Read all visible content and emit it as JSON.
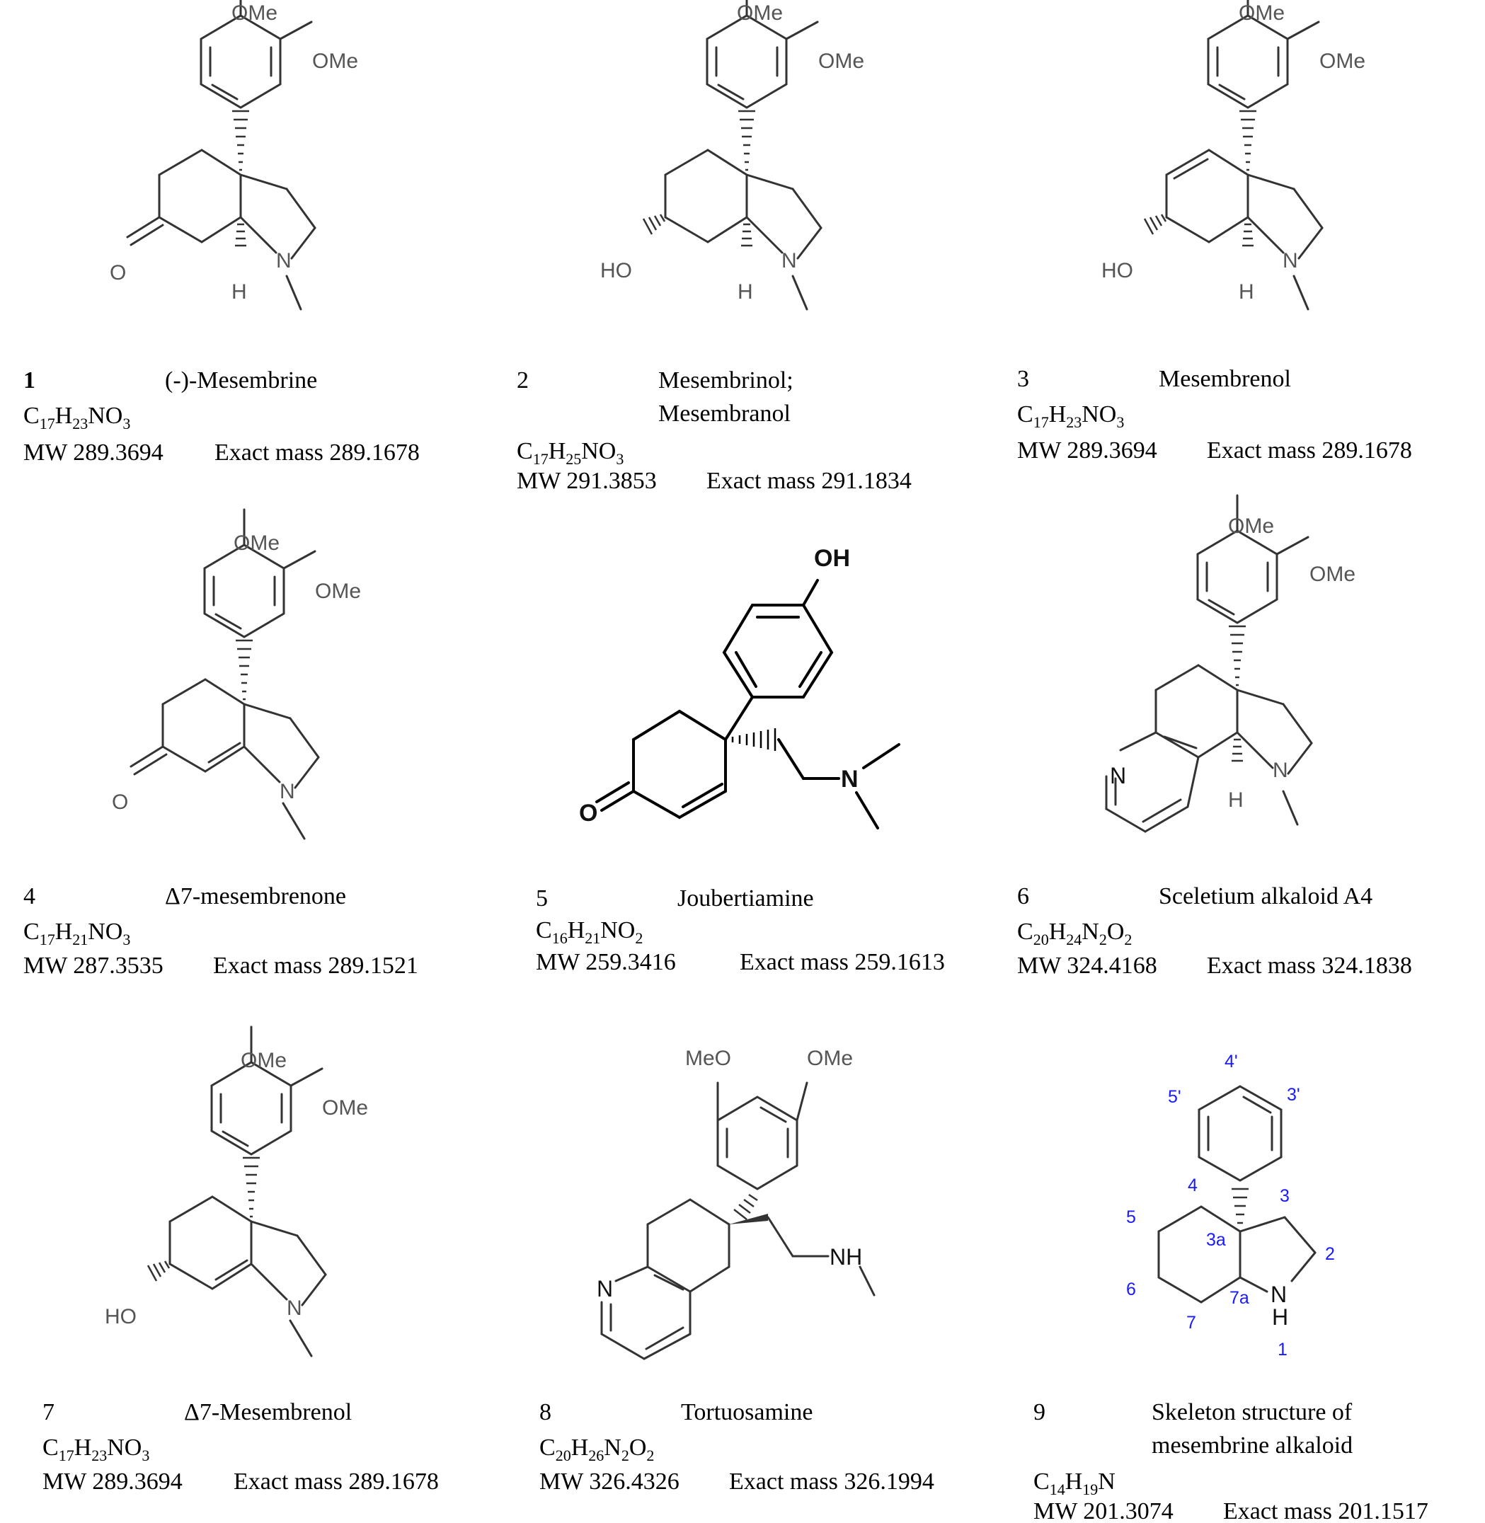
{
  "compounds": [
    {
      "num": "1",
      "name": "(-)-Mesembrine",
      "formula": {
        "C": "17",
        "H": "23",
        "tail": "NO",
        "O": "3"
      },
      "mw": "MW 289.3694",
      "exact": "Exact mass 289.1678"
    },
    {
      "num": "2",
      "name1": "Mesembrinol;",
      "name2": "Mesembranol",
      "formula": {
        "C": "17",
        "H": "25",
        "tail": "NO",
        "O": "3"
      },
      "mw": "MW 291.3853",
      "exact": "Exact mass 291.1834"
    },
    {
      "num": "3",
      "name": "Mesembrenol",
      "formula": {
        "C": "17",
        "H": "23",
        "tail": "NO",
        "O": "3"
      },
      "mw": "MW 289.3694",
      "exact": "Exact mass 289.1678"
    },
    {
      "num": "4",
      "name": "Δ7-mesembrenone",
      "formula": {
        "C": "17",
        "H": "21",
        "tail": "NO",
        "O": "3"
      },
      "mw": "MW 287.3535",
      "exact": "Exact mass 289.1521"
    },
    {
      "num": "5",
      "name": "Joubertiamine",
      "formula": {
        "C": "16",
        "H": "21",
        "tail": "NO",
        "O": "2"
      },
      "mw": "MW 259.3416",
      "exact": "Exact mass 259.1613"
    },
    {
      "num": "6",
      "name": "Sceletium alkaloid A4",
      "formula": {
        "C": "20",
        "H": "24",
        "tail": "N",
        "N": "2",
        "tail2": "O",
        "O": "2"
      },
      "mw": "MW 324.4168",
      "exact": "Exact mass 324.1838"
    },
    {
      "num": "7",
      "name": "Δ7-Mesembrenol",
      "formula": {
        "C": "17",
        "H": "23",
        "tail": "NO",
        "O": "3"
      },
      "mw": "MW 289.3694",
      "exact": "Exact mass 289.1678"
    },
    {
      "num": "8",
      "name": "Tortuosamine",
      "formula": {
        "C": "20",
        "H": "26",
        "tail": "N",
        "N": "2",
        "tail2": "O",
        "O": "2"
      },
      "mw": "MW 326.4326",
      "exact": "Exact mass 326.1994"
    },
    {
      "num": "9",
      "name1": "Skeleton structure of",
      "name2": "mesembrine alkaloid",
      "formula": {
        "C": "14",
        "H": "19",
        "tail": "N"
      },
      "mw": "MW 201.3074",
      "exact": "Exact mass 201.1517"
    }
  ],
  "atoms": {
    "ome": "OMe",
    "meo": "MeO",
    "o": "O",
    "h": "H",
    "n": "N",
    "ho": "HO",
    "oh": "OH",
    "nh": "NH",
    "c": "C"
  },
  "skeleton_numbers": [
    "4'",
    "5'",
    "3'",
    "4",
    "3",
    "5",
    "3a",
    "2",
    "6",
    "7a",
    "7",
    "1"
  ]
}
